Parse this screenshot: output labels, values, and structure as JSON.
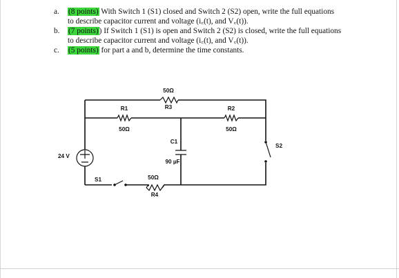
{
  "questions": [
    {
      "marker": "a.",
      "points": "(8 points)",
      "line1": " With Switch 1 (S1) closed and Switch 2 (S2) open, write the full equations",
      "line2": "to describe capacitor current and voltage (i꜀(t), and V꜀(t))."
    },
    {
      "marker": "b.",
      "points": "(7 points)",
      "line1": ") If Switch 1 (S1) is open and Switch 2 (S2) is closed, write the full equations",
      "line2": "to describe capacitor current and voltage (i꜀(t), and V꜀(t))."
    },
    {
      "marker": "c.",
      "points": "(5 points)",
      "line1": " for part a and b, determine the time constants."
    }
  ],
  "circuit": {
    "source": {
      "name": "24 V"
    },
    "R1": {
      "name": "R1",
      "value": "50Ω"
    },
    "R2": {
      "name": "R2",
      "value": "50Ω"
    },
    "R3": {
      "name": "R3",
      "value": "50Ω"
    },
    "R4": {
      "name": "R4",
      "value": "50Ω"
    },
    "C1": {
      "name": "C1",
      "value": "90 µF"
    },
    "S1": {
      "name": "S1"
    },
    "S2": {
      "name": "S2"
    }
  }
}
